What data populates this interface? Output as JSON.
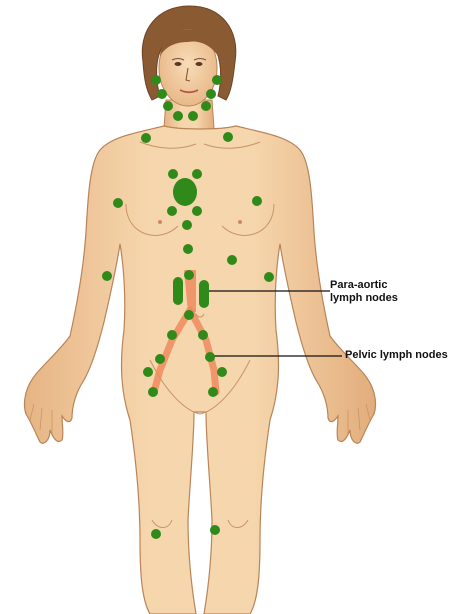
{
  "labels": {
    "para_aortic": [
      "Para-aortic",
      "lymph nodes"
    ],
    "pelvic": "Pelvic lymph nodes"
  },
  "node_groups": [
    "cervical",
    "supraclavicular",
    "axillary",
    "mediastinal",
    "epitrochlear",
    "para-aortic",
    "pelvic",
    "inguinal",
    "popliteal"
  ],
  "colors": {
    "skin": "#f3cfa3",
    "skin_shadow": "#dba877",
    "outline": "#b98458",
    "hair": "#8a5a33",
    "node": "#2f8a1a",
    "vessel": "#f08a5f",
    "leader_line": "#111111",
    "background": "#ffffff"
  }
}
